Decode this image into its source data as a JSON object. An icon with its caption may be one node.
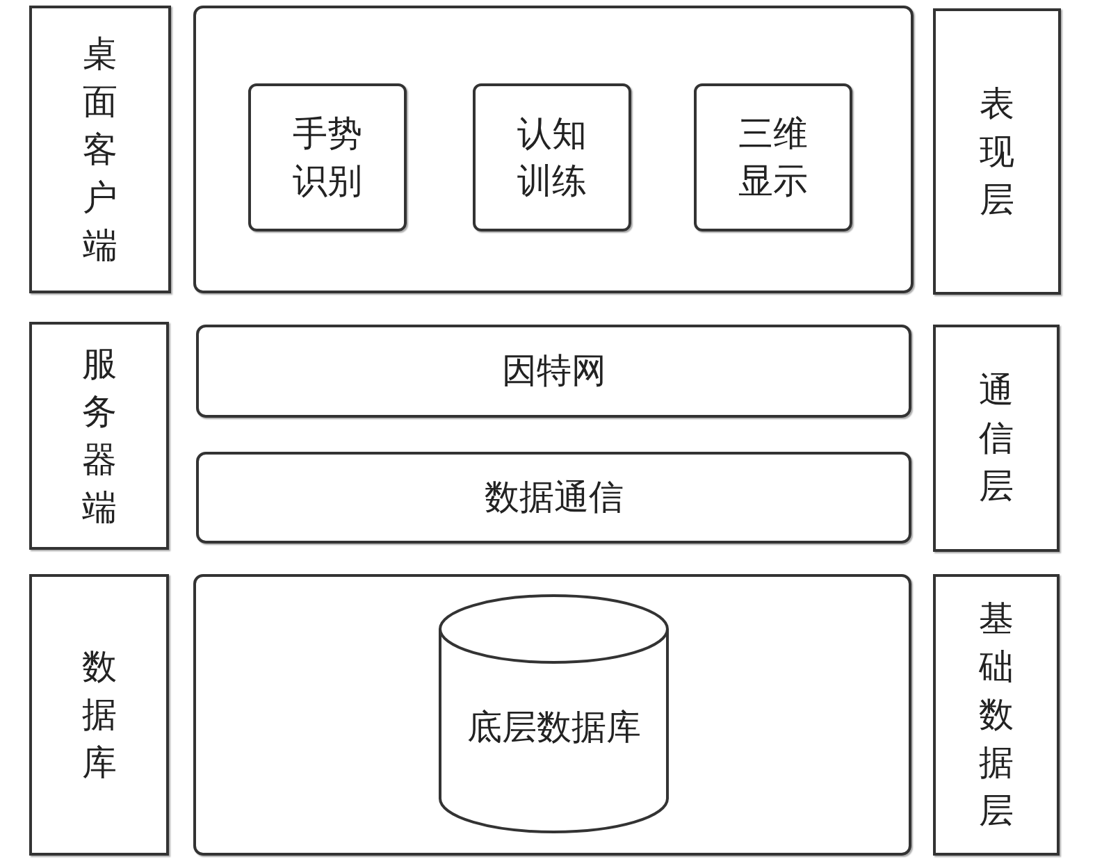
{
  "diagram": {
    "nodes": [
      {
        "text": [
          "桌面客户端"
        ]
      },
      {
        "text": [],
        "shape": "box"
      },
      {
        "text": [
          "手势识别"
        ],
        "in": 1
      },
      {
        "text": [
          "认知训练"
        ],
        "in": 1
      },
      {
        "text": [
          "三维显示"
        ],
        "in": 1
      },
      {
        "text": [
          "表现层"
        ]
      },
      {
        "text": [
          "服务器端"
        ]
      },
      {
        "text": [
          "因特网"
        ]
      },
      {
        "text": [
          "数据通信"
        ]
      },
      {
        "text": [
          "通信层"
        ]
      },
      {
        "text": [
          "数据库"
        ]
      },
      {
        "text": [],
        "shape": "box"
      },
      {
        "text": [
          "底层数据库"
        ],
        "in": 11
      },
      {
        "text": [
          "基础数据层"
        ]
      }
    ],
    "edges": []
  }
}
